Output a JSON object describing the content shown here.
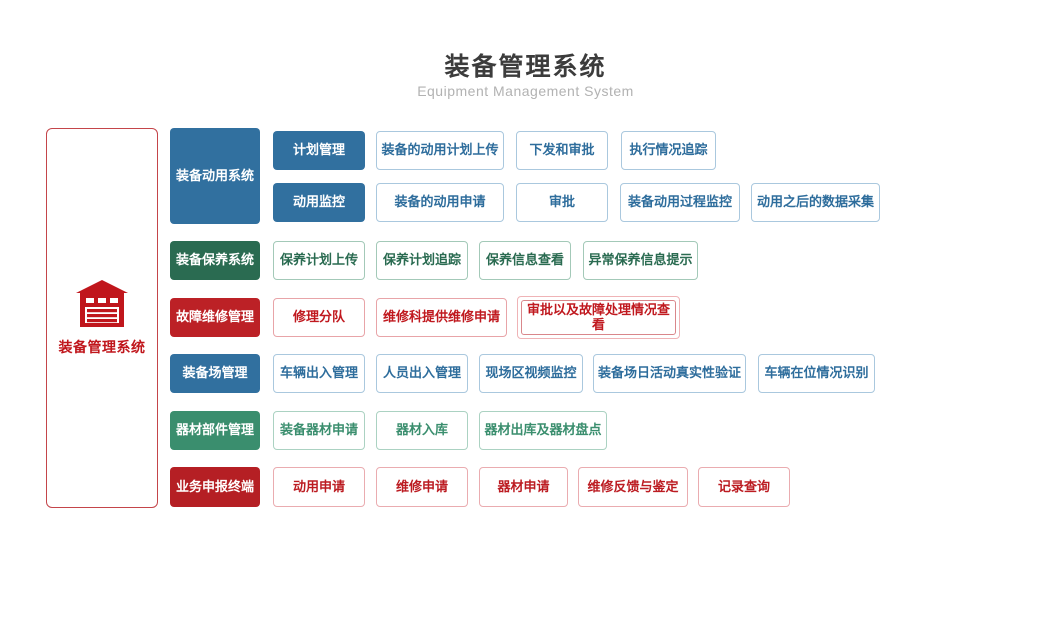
{
  "header": {
    "title": "装备管理系统",
    "subtitle": "Equipment Management System"
  },
  "sidebar": {
    "label": "装备管理系统",
    "icon": "garage-icon",
    "accent_color": "#c0161c"
  },
  "colors": {
    "blue": "#31709f",
    "green_dark": "#2a6b51",
    "red": "#bc2126",
    "green": "#3a8e6e",
    "crimson": "#b51f24"
  },
  "rows": [
    {
      "category": "装备动用系统",
      "scheme": "blue",
      "subrows": [
        {
          "lead": "计划管理",
          "items": [
            "装备的动用计划上传",
            "下发和审批",
            "执行情况追踪"
          ]
        },
        {
          "lead": "动用监控",
          "items": [
            "装备的动用申请",
            "审批",
            "装备动用过程监控",
            "动用之后的数据采集"
          ]
        }
      ]
    },
    {
      "category": "装备保养系统",
      "scheme": "green_dark",
      "items": [
        "保养计划上传",
        "保养计划追踪",
        "保养信息查看",
        "异常保养信息提示"
      ]
    },
    {
      "category": "故障维修管理",
      "scheme": "red",
      "items": [
        "修理分队",
        "维修科提供维修申请",
        "审批以及故障处理情况查看"
      ]
    },
    {
      "category": "装备场管理",
      "scheme": "blue",
      "items": [
        "车辆出入管理",
        "人员出入管理",
        "现场区视频监控",
        "装备场日活动真实性验证",
        "车辆在位情况识别"
      ]
    },
    {
      "category": "器材部件管理",
      "scheme": "green",
      "items": [
        "装备器材申请",
        "器材入库",
        "器材出库及器材盘点"
      ]
    },
    {
      "category": "业务申报终端",
      "scheme": "crimson",
      "items": [
        "动用申请",
        "维修申请",
        "器材申请",
        "维修反馈与鉴定",
        "记录查询"
      ]
    }
  ]
}
